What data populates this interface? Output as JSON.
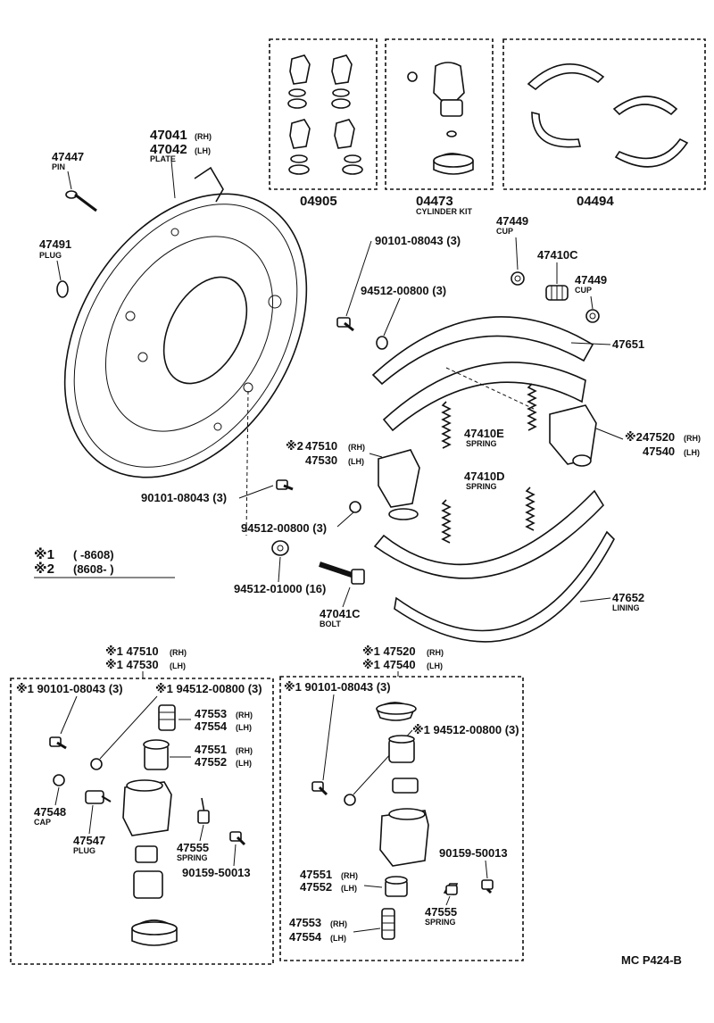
{
  "kits": {
    "k04905": "04905",
    "k04473": "04473",
    "k04473_name": "CYLINDER KIT",
    "k04494": "04494"
  },
  "plate": {
    "rh": "47041",
    "lh": "47042",
    "rh_side": "(RH)",
    "lh_side": "(LH)",
    "name": "PLATE"
  },
  "pin": {
    "pn": "47447",
    "name": "PIN"
  },
  "plug_top": {
    "pn": "47491",
    "name": "PLUG"
  },
  "cup1": {
    "pn": "47449",
    "name": "CUP"
  },
  "c47410c": {
    "pn": "47410C"
  },
  "cup2": {
    "pn": "47449",
    "name": "CUP"
  },
  "bolt_top": {
    "text": "90101-08043 (3)"
  },
  "washer_top": {
    "text": "94512-00800 (3)"
  },
  "shoe": {
    "pn": "47651"
  },
  "spring_e": {
    "pn": "47410E",
    "name": "SPRING"
  },
  "spring_d": {
    "pn": "47410D",
    "name": "SPRING"
  },
  "wc_left": {
    "mark": "※2",
    "rh": "47510",
    "lh": "47530",
    "rh_side": "(RH)",
    "lh_side": "(LH)"
  },
  "wc_right": {
    "mark": "※2",
    "rh": "47520",
    "lh": "47540",
    "rh_side": "(RH)",
    "lh_side": "(LH)"
  },
  "bolt_mid": {
    "text": "90101-08043 (3)"
  },
  "washer_mid": {
    "text": "94512-00800 (3)"
  },
  "legend": {
    "m1": "※1",
    "v1": "(      -8608)",
    "m2": "※2",
    "v2": "(8608-      )"
  },
  "washer_bot": {
    "text": "94512-01000 (16)"
  },
  "bolt_big": {
    "pn": "47041C",
    "name": "BOLT"
  },
  "lining": {
    "pn": "47652",
    "name": "LINING"
  },
  "box_left": {
    "head_rh": "※1 47510",
    "head_lh": "※1 47530",
    "rh_side": "(RH)",
    "lh_side": "(LH)",
    "bolt": "※1 90101-08043 (3)",
    "washer": "※1 94512-00800 (3)",
    "p47553": "47553",
    "p47554": "47554",
    "rh_side2": "(RH)",
    "lh_side2": "(LH)",
    "p47551": "47551",
    "p47552": "47552",
    "rh_side3": "(RH)",
    "lh_side3": "(LH)",
    "cap_pn": "47548",
    "cap_name": "CAP",
    "plug_pn": "47547",
    "plug_name": "PLUG",
    "spring_pn": "47555",
    "spring_name": "SPRING",
    "screw": "90159-50013"
  },
  "box_right": {
    "head_rh": "※1 47520",
    "head_lh": "※1 47540",
    "rh_side": "(RH)",
    "lh_side": "(LH)",
    "bolt": "※1 90101-08043 (3)",
    "washer": "※1 94512-00800 (3)",
    "screw": "90159-50013",
    "p47551": "47551",
    "p47552": "47552",
    "rh_side2": "(RH)",
    "lh_side2": "(LH)",
    "spring_pn": "47555",
    "spring_name": "SPRING",
    "p47553": "47553",
    "p47554": "47554",
    "rh_side3": "(RH)",
    "lh_side3": "(LH)"
  },
  "code": "MC P424-B"
}
